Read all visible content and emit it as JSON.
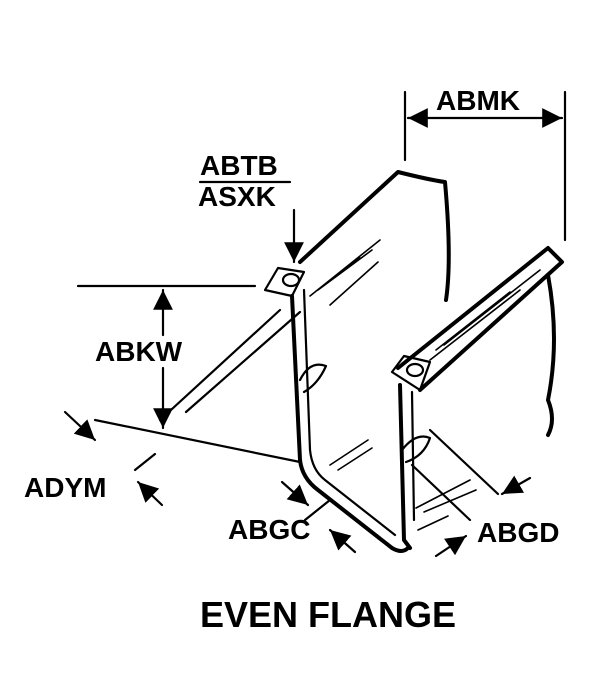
{
  "diagram": {
    "title": "EVEN FLANGE",
    "labels": {
      "abmk": "ABMK",
      "abtb": "ABTB",
      "asxk": "ASXK",
      "abkw": "ABKW",
      "adym": "ADYM",
      "abgc": "ABGC",
      "abgd": "ABGD"
    }
  }
}
